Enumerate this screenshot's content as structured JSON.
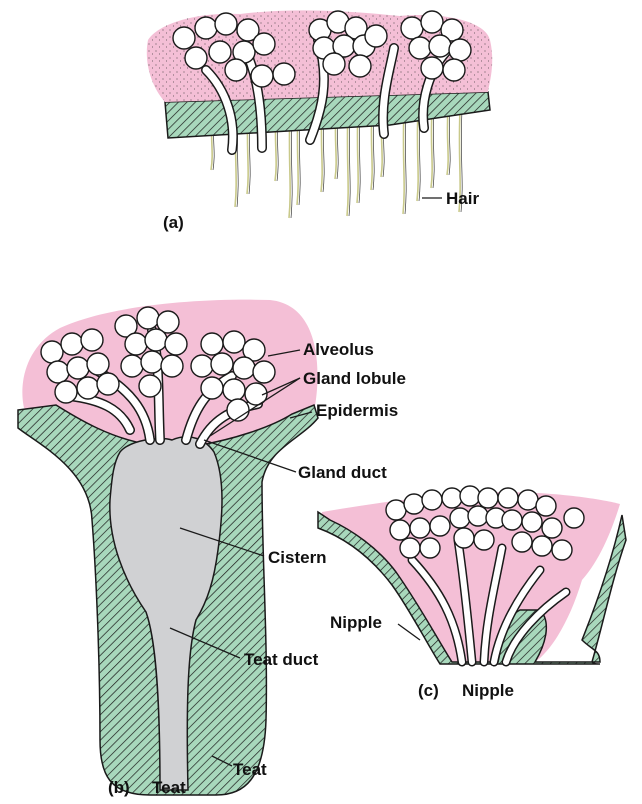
{
  "panels": {
    "a": {
      "label": "(a)",
      "hair": "Hair"
    },
    "b": {
      "label": "(b)",
      "caption": "Teat",
      "alveolus": "Alveolus",
      "gland_lobule": "Gland lobule",
      "epidermis": "Epidermis",
      "gland_duct": "Gland duct",
      "cistern": "Cistern",
      "teat_duct": "Teat duct",
      "teat": "Teat"
    },
    "c": {
      "label": "(c)",
      "caption": "Nipple",
      "nipple": "Nipple"
    }
  },
  "colors": {
    "gland_tissue": "#f4bfd6",
    "epidermis_fill": "#a8d8bc",
    "cistern": "#d0d1d3",
    "outline": "#1a1a1a",
    "hair": "#c9c98a"
  }
}
